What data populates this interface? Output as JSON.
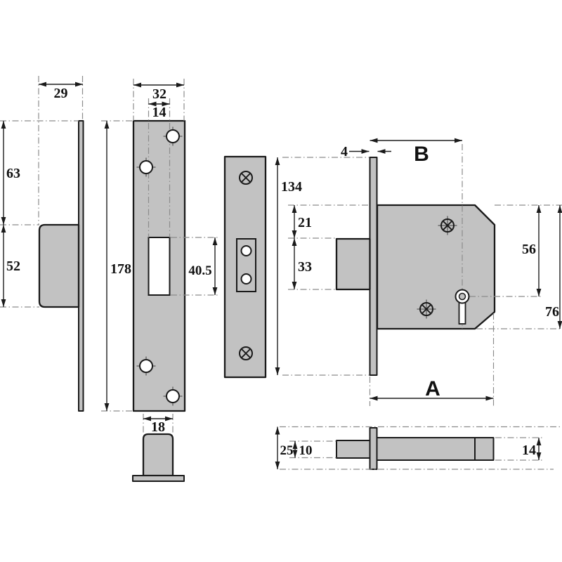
{
  "colors": {
    "background": "#ffffff",
    "metal_fill": "#c2c2c2",
    "outline": "#1a1a1a",
    "centerline": "#8c8c8c",
    "dimension_line": "#1f1f1f"
  },
  "views": {
    "bolt_side": {
      "label_29": "29",
      "label_63": "63",
      "label_52": "52"
    },
    "strike_plate": {
      "label_32": "32",
      "label_14": "14",
      "label_178": "178",
      "label_40_5": "40.5",
      "label_18": "18"
    },
    "faceplate": {
      "label_134": "134"
    },
    "lock_case": {
      "label_4": "4",
      "label_B": "B",
      "label_21": "21",
      "label_33": "33",
      "label_56": "56",
      "label_76": "76",
      "label_A": "A"
    },
    "bolt_profile": {
      "label_25": "25",
      "label_10": "10",
      "label_14": "14"
    }
  }
}
